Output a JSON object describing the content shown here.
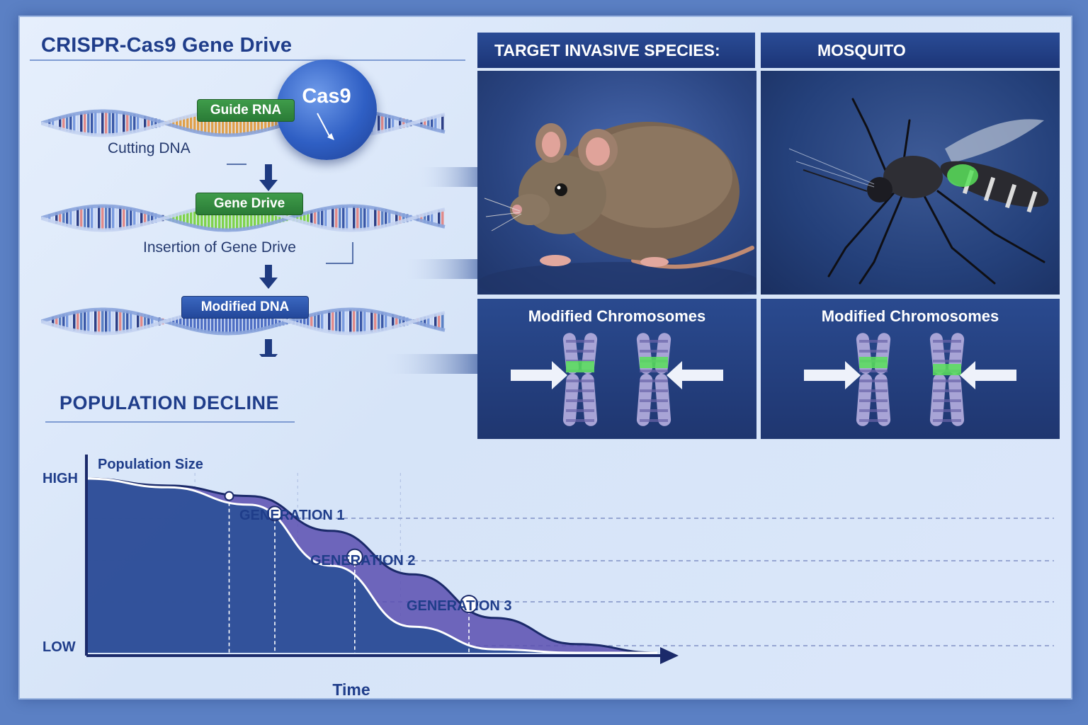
{
  "title": "CRISPR-Cas9 Gene Drive",
  "process": {
    "cas9": "Cas9",
    "guide_rna": "Guide RNA",
    "step1": "Cutting DNA",
    "gene_drive": "Gene Drive",
    "step2": "Insertion of Gene Drive",
    "modified_dna": "Modified DNA"
  },
  "panels": {
    "header_left": "TARGET INVASIVE SPECIES:",
    "header_right": "MOSQUITO",
    "chromosomes_left": "Modified Chromosomes",
    "chromosomes_right": "Modified Chromosomes",
    "image_left_icon": "rat-icon",
    "image_right_icon": "mosquito-icon"
  },
  "chart_data": {
    "type": "area",
    "title": "POPULATION DECLINE",
    "ylabel": "Population Size",
    "xlabel": "Time",
    "y_ticks": [
      "HIGH",
      "LOW"
    ],
    "annotations": [
      "GENERATION 1",
      "GENERATION 2",
      "GENERATION 3"
    ],
    "series": [
      {
        "values": [
          1.0,
          0.96,
          0.9,
          0.7,
          0.45,
          0.2,
          0.05,
          0.0
        ]
      },
      {
        "values": [
          1.0,
          0.95,
          0.85,
          0.5,
          0.15,
          0.02,
          0.0,
          0.0
        ]
      }
    ],
    "generation_points": [
      {
        "x": 0.25,
        "y": 0.9
      },
      {
        "x": 0.33,
        "y": 0.8
      },
      {
        "x": 0.47,
        "y": 0.55
      },
      {
        "x": 0.67,
        "y": 0.28
      }
    ]
  },
  "colors": {
    "accent": "#1f3d8a",
    "highlight": "#59e05a",
    "area_outer": "#5a4fb0",
    "area_inner": "#2f5199"
  }
}
